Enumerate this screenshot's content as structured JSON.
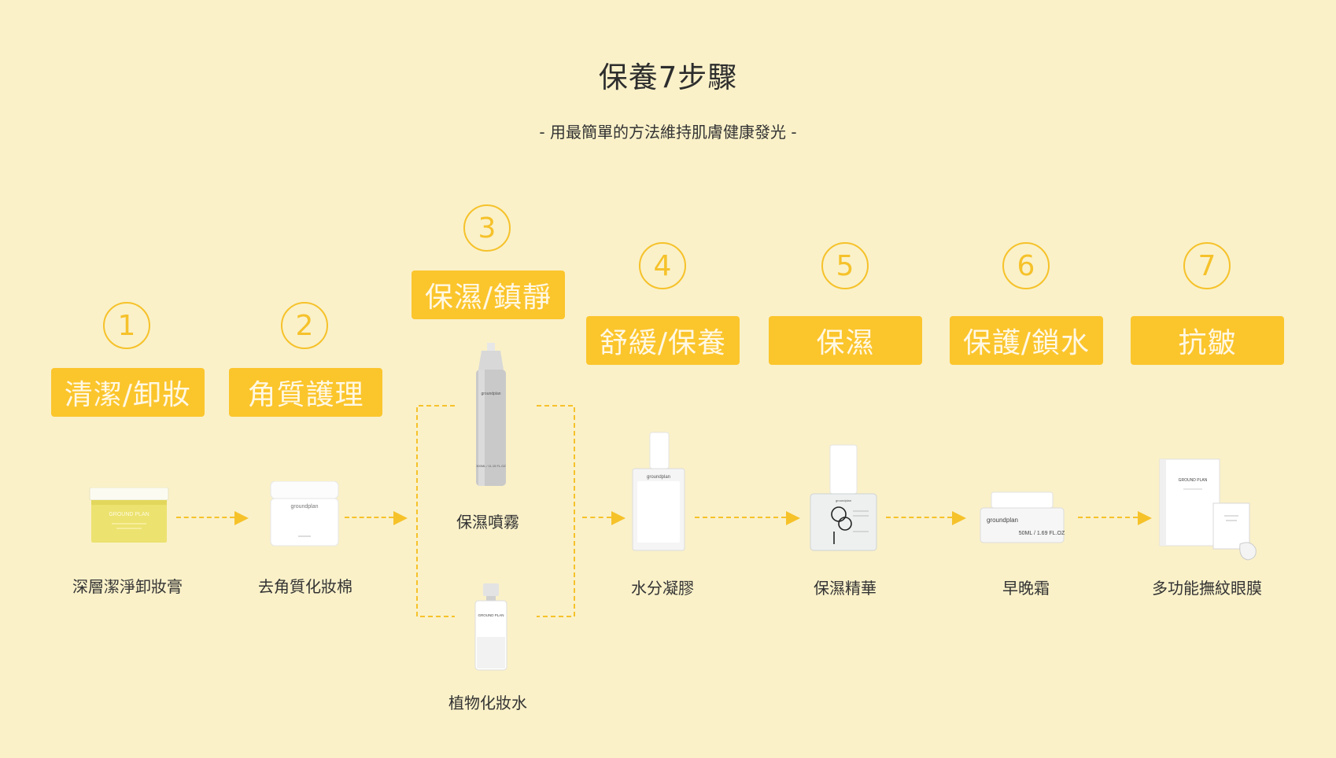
{
  "header": {
    "title": "保養7步驟",
    "subtitle": "- 用最簡單的方法維持肌膚健康發光 -"
  },
  "steps": [
    {
      "number": "1",
      "label": "清潔/卸妝"
    },
    {
      "number": "2",
      "label": "角質護理"
    },
    {
      "number": "3",
      "label": "保濕/鎮靜"
    },
    {
      "number": "4",
      "label": "舒緩/保養"
    },
    {
      "number": "5",
      "label": "保濕"
    },
    {
      "number": "6",
      "label": "保護/鎖水"
    },
    {
      "number": "7",
      "label": "抗皺"
    }
  ],
  "products": [
    {
      "name": "深層潔淨卸妝膏"
    },
    {
      "name": "去角質化妝棉"
    },
    {
      "name": "保濕噴霧"
    },
    {
      "name": "植物化妝水"
    },
    {
      "name": "水分凝膠"
    },
    {
      "name": "保濕精華"
    },
    {
      "name": "早晚霜"
    },
    {
      "name": "多功能撫紋眼膜"
    }
  ],
  "product_labels": {
    "balm_brand": "GROUND PLAN",
    "pads_brand": "groundplan",
    "mist_brand": "groundplan",
    "mist_volume": "300ML / 11.15 FL.OZ",
    "toner_brand": "GROUND PLAN",
    "gel_brand": "groundplan",
    "serum_brand": "groundplan",
    "cream_brand": "groundplan",
    "cream_volume": "50ML / 1.69 FL.OZ",
    "mask_brand": "GROUND PLAN"
  },
  "colors": {
    "background": "#faf1c9",
    "accent": "#fbc52c",
    "circle": "#f6c22a"
  }
}
